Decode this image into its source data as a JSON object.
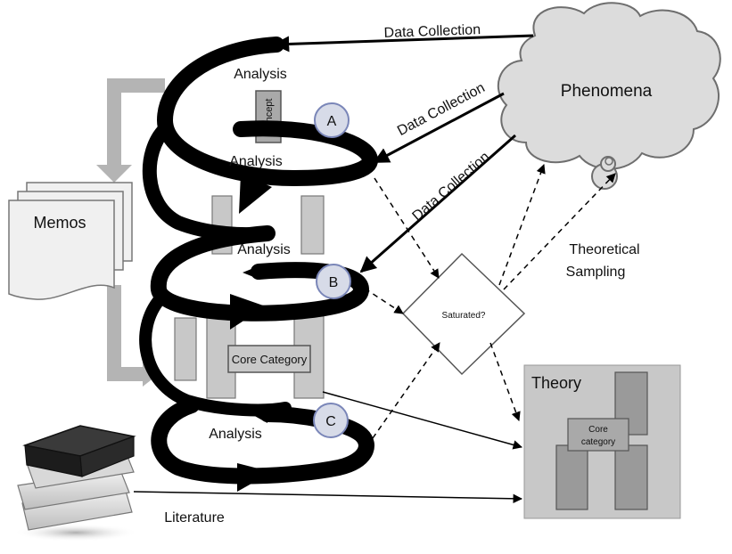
{
  "labels": {
    "phenomena": "Phenomena",
    "data_collection": [
      "Data Collection",
      "Data Collection",
      "Data Collection"
    ],
    "analysis": [
      "Analysis",
      "Analysis",
      "Analysis",
      "Analysis"
    ],
    "concept": "Concept",
    "markers": [
      "A",
      "B",
      "C"
    ],
    "memos": "Memos",
    "core_category": "Core Category",
    "saturated": "Saturated?",
    "theoretical_sampling_line1": "Theoretical",
    "theoretical_sampling_line2": "Sampling",
    "theory": "Theory",
    "theory_core_line1": "Core",
    "theory_core_line2": "category",
    "literature": "Literature"
  },
  "colors": {
    "spiral": "#000000",
    "gray_box": "#c8c8c8",
    "gray_box_dark": "#8f8f8f",
    "memo_arrow": "#b4b4b4",
    "cloud": "#dcdcdc",
    "theory_panel": "#c8c8c8",
    "marker_fill": "#d7dbe8",
    "marker_stroke": "#7a86b8"
  }
}
